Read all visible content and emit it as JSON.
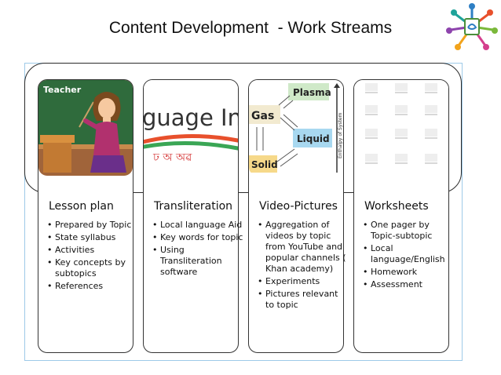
{
  "title": "Content Development  - Work Streams",
  "cards": [
    {
      "title": "Lesson plan",
      "image_label": "Teacher",
      "items": [
        "Prepared by Topic",
        "State syllabus",
        "Activities",
        "Key concepts by subtopics",
        "References"
      ]
    },
    {
      "title": "Transliteration",
      "image_label": "guage Inp",
      "image_script": "ঢ অ অৱ",
      "items": [
        "Local language Aid",
        "Key words for topic",
        "Using Transliteration software"
      ]
    },
    {
      "title": "Video-Pictures",
      "image_labels": {
        "plasma": "Plasma",
        "gas": "Gas",
        "liquid": "Liquid",
        "solid": "Solid",
        "axis": "Enthalpy of System"
      },
      "items": [
        "Aggregation of videos by topic from YouTube and popular channels ( Khan academy)",
        "Experiments",
        "Pictures relevant to topic"
      ]
    },
    {
      "title": "Worksheets",
      "items": [
        "One pager by Topic-subtopic",
        "Local language/English",
        "Homework",
        "Assessment"
      ]
    }
  ],
  "colors": {
    "frame_border": "#9ecae8",
    "card_border": "#333333",
    "chalkboard": "#2f6b3c",
    "plasma_box": "#cfe9c8",
    "liquid_box": "#a8d8f0",
    "solid_box": "#f6d98a"
  }
}
